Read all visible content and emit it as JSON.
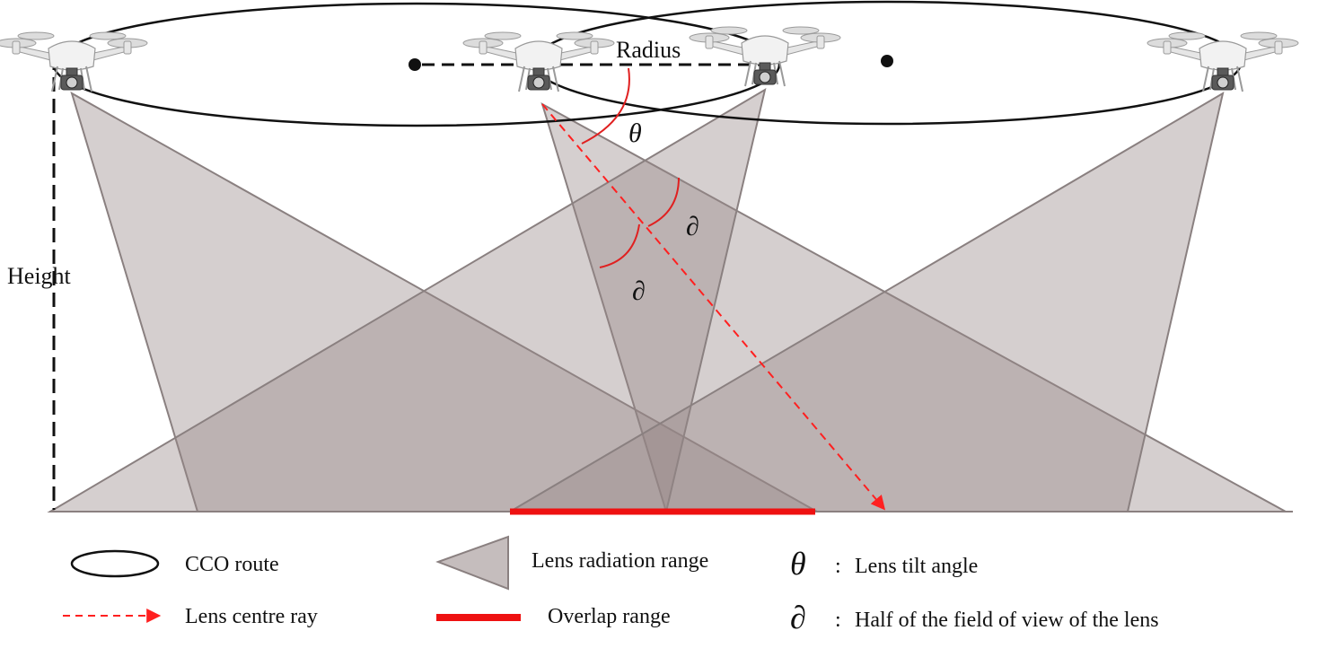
{
  "labels": {
    "radius": "Radius",
    "height": "Height",
    "theta": "θ",
    "half_fov": "∂"
  },
  "legend": {
    "route": {
      "symbol": "",
      "text": "CCO route"
    },
    "radiation": {
      "symbol": "",
      "text": "Lens radiation range"
    },
    "tilt": {
      "symbol": "θ",
      "separator": ":",
      "text": "Lens tilt angle"
    },
    "ray": {
      "symbol": "",
      "text": "Lens centre ray"
    },
    "overlap": {
      "symbol": "",
      "text": "Overlap range"
    },
    "half_fov": {
      "symbol": "∂",
      "separator": ":",
      "text": "Half of the field of view of the lens"
    }
  },
  "colors": {
    "ray": "#ff2020",
    "overlap": "#ee1111",
    "angle_arc": "#e02020",
    "cone_fill": "#9a8c8c",
    "route": "#111111"
  },
  "icons": [
    "drone-icon",
    "camera-gimbal-icon"
  ]
}
